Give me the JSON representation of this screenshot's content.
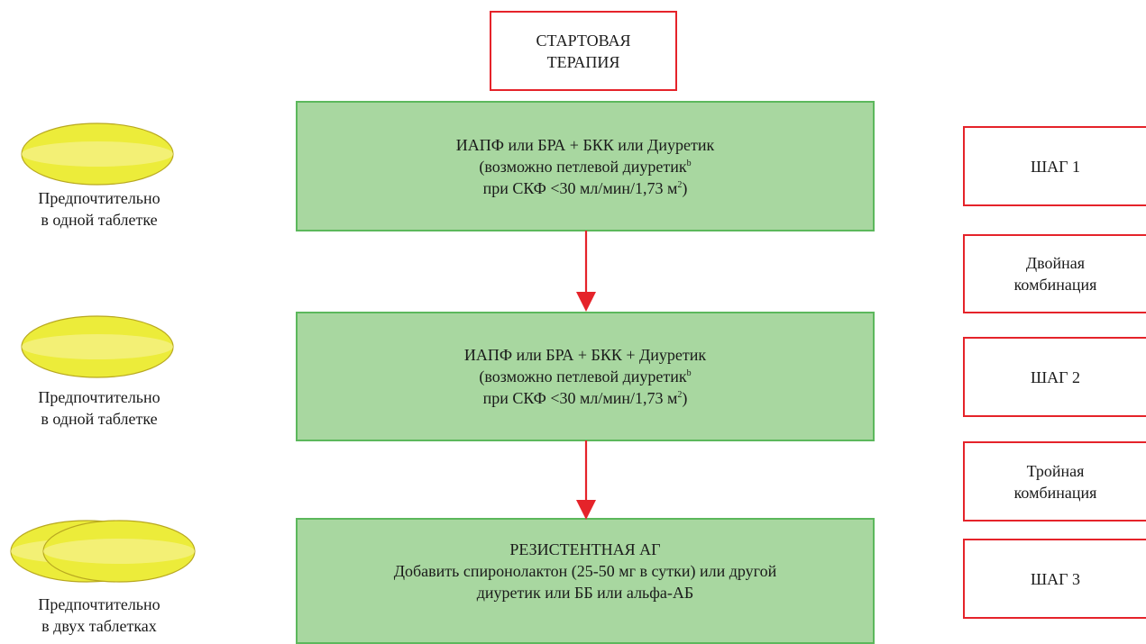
{
  "start_box": {
    "line1": "СТАРТОВАЯ",
    "line2": "ТЕРАПИЯ"
  },
  "steps": [
    {
      "line1": "ИАПФ или БРА + БКК или Диуретик",
      "line2_main": "(возможно петлевой диуретик",
      "line2_sup": "b",
      "line3_main": "при СКФ <30 мл/мин/1,73 м",
      "line3_sup": "2",
      "line3_end": ")"
    },
    {
      "line1": "ИАПФ или БРА + БКК + Диуретик",
      "line2_main": "(возможно петлевой диуретик",
      "line2_sup": "b",
      "line3_main": "при СКФ <30 мл/мин/1,73 м",
      "line3_sup": "2",
      "line3_end": ")"
    },
    {
      "line1": "РЕЗИСТЕНТНАЯ АГ",
      "line2": "Добавить спиронолактон (25-50 мг в сутки) или другой",
      "line3": "диуретик или ББ или альфа-АБ"
    }
  ],
  "pill_labels": [
    {
      "line1": "Предпочтительно",
      "line2": "в одной таблетке"
    },
    {
      "line1": "Предпочтительно",
      "line2": "в одной таблетке"
    },
    {
      "line1": "Предпочтительно",
      "line2": "в двух таблетках"
    }
  ],
  "right_labels": {
    "step1": "ШАГ 1",
    "dual_line1": "Двойная",
    "dual_line2": "комбинация",
    "step2": "ШАГ 2",
    "triple_line1": "Тройная",
    "triple_line2": "комбинация",
    "step3": "ШАГ 3"
  },
  "colors": {
    "red": "#e5232a",
    "green_fill": "#a8d7a0",
    "green_border": "#5cb85c",
    "pill_fill": "#ecec3a",
    "pill_highlight": "#f6f28a"
  },
  "icons": [
    "pill-icon",
    "pill-icon",
    "double-pill-icon",
    "arrow-down-icon",
    "arrow-down-icon"
  ]
}
